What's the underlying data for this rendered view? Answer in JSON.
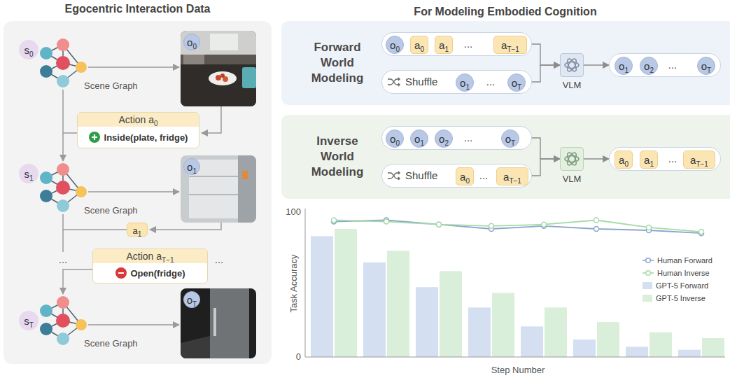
{
  "diagram": {
    "nodes": [
      {
        "text": [
          "Egocentric Interaction Data"
        ]
      },
      {
        "text": [
          "s",
          "0"
        ],
        "in": 0
      },
      {
        "text": [
          "o",
          "0"
        ],
        "in": 0
      },
      {
        "text": [
          "Action a",
          "0",
          "Inside(plate, fridge)"
        ],
        "in": 0
      },
      {
        "text": [
          "s",
          "1"
        ],
        "in": 0
      },
      {
        "text": [
          "o",
          "1"
        ],
        "in": 0
      },
      {
        "text": [
          "a",
          "1"
        ],
        "in": 0
      },
      {
        "text": [
          "Action a",
          "T−1",
          "Open(fridge)"
        ],
        "in": 0
      },
      {
        "text": [
          "s",
          "T"
        ],
        "in": 0
      },
      {
        "text": [
          "o",
          "T"
        ],
        "in": 0
      },
      {
        "text": [
          "Forward World Modeling"
        ]
      },
      {
        "text": [
          "..."
        ],
        "in": 10
      },
      {
        "text": [
          "o",
          "0"
        ],
        "in": 11
      },
      {
        "text": [
          "a",
          "0"
        ],
        "in": 11
      },
      {
        "text": [
          "a",
          "1"
        ],
        "in": 11
      },
      {
        "text": [
          "a",
          "T−1"
        ],
        "in": 11
      },
      {
        "text": [
          "Shuffle",
          "..."
        ],
        "in": 10
      },
      {
        "text": [
          "o",
          "1"
        ],
        "in": 16
      },
      {
        "text": [
          "o",
          "T"
        ],
        "in": 16
      },
      {
        "text": [
          "VLM"
        ],
        "in": 10
      },
      {
        "text": [
          "..."
        ],
        "in": 10
      },
      {
        "text": [
          "o",
          "1"
        ],
        "in": 20
      },
      {
        "text": [
          "o",
          "2"
        ],
        "in": 20
      },
      {
        "text": [
          "o",
          "T"
        ],
        "in": 20
      },
      {
        "text": [
          "Inverse World Modeling"
        ]
      },
      {
        "text": [
          "..."
        ],
        "in": 24
      },
      {
        "text": [
          "o",
          "0"
        ],
        "in": 25
      },
      {
        "text": [
          "o",
          "1"
        ],
        "in": 25
      },
      {
        "text": [
          "o",
          "2"
        ],
        "in": 25
      },
      {
        "text": [
          "o",
          "T"
        ],
        "in": 25
      },
      {
        "text": [
          "Shuffle",
          "..."
        ],
        "in": 24
      },
      {
        "text": [
          "a",
          "0"
        ],
        "in": 30
      },
      {
        "text": [
          "a",
          "T−1"
        ],
        "in": 30
      },
      {
        "text": [
          "VLM"
        ],
        "in": 24
      },
      {
        "text": [
          "..."
        ],
        "in": 24
      },
      {
        "text": [
          "a",
          "0"
        ],
        "in": 34
      },
      {
        "text": [
          "a",
          "1"
        ],
        "in": 34
      },
      {
        "text": [
          "a",
          "T−1"
        ],
        "in": 34
      }
    ],
    "edges": [
      {
        "from": 11,
        "to": 19,
        "arrow": "to"
      },
      {
        "from": 16,
        "to": 19,
        "arrow": "to"
      },
      {
        "from": 19,
        "to": 20,
        "arrow": "to"
      },
      {
        "from": 25,
        "to": 33,
        "arrow": "to"
      },
      {
        "from": 30,
        "to": 33,
        "arrow": "to"
      },
      {
        "from": 33,
        "to": 34,
        "arrow": "to"
      }
    ],
    "labels": [
      "For Modeling Embodied Cognition",
      "Scene Graph",
      "Scene Graph",
      "Scene Graph",
      "...",
      "...",
      "100",
      "0",
      "Task Accuracy",
      "Step Number"
    ],
    "legend": [
      {
        "text": "Human Forward"
      },
      {
        "text": "Human Inverse"
      },
      {
        "text": "GPT-5 Forward",
        "color": "#d4e0f1"
      },
      {
        "text": "GPT-5 Inverse",
        "color": "#d9efd9"
      }
    ]
  }
}
